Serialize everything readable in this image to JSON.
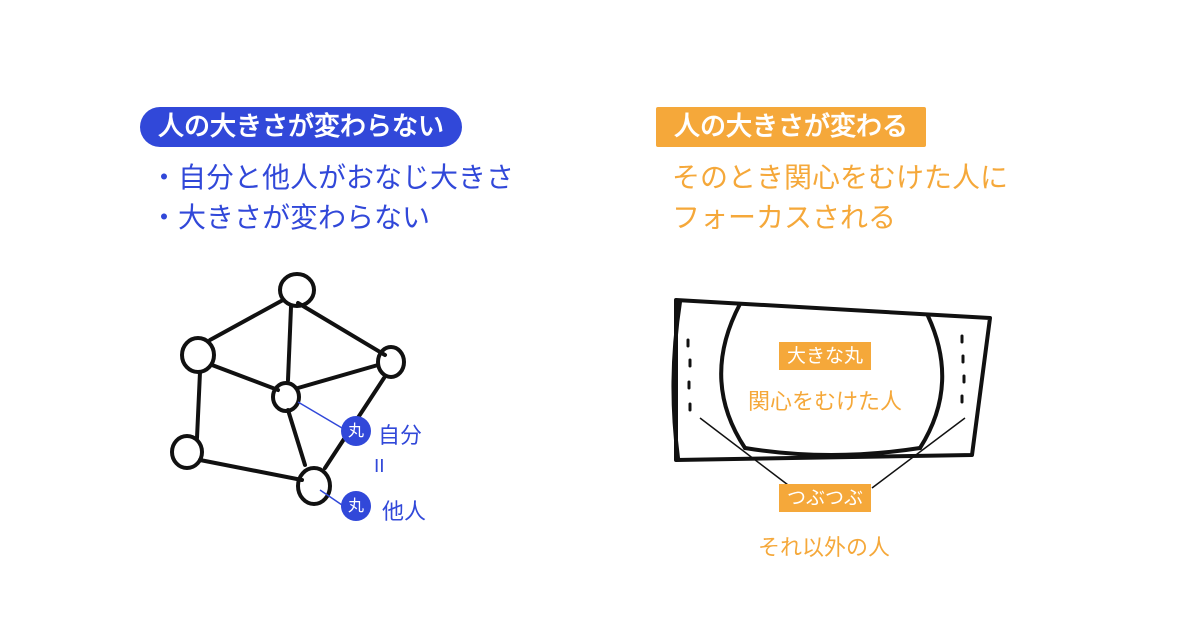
{
  "left": {
    "heading": "人の大きさが変わらない",
    "bullets": [
      "・自分と他人がおなじ大きさ",
      "・大きさが変わらない"
    ],
    "badge_char": "丸",
    "self_label": "自分",
    "equals": "II",
    "other_label": "他人"
  },
  "right": {
    "heading": "人の大きさが変わる",
    "description": [
      "そのとき関心をむけた人に",
      "フォーカスされる"
    ],
    "big_circle_tag": "大きな丸",
    "big_circle_text": "関心をむけた人",
    "small_tag": "つぶつぶ",
    "small_text": "それ以外の人"
  },
  "colors": {
    "blue": "#3148d9",
    "orange": "#f5a83a",
    "ink": "#111111"
  }
}
